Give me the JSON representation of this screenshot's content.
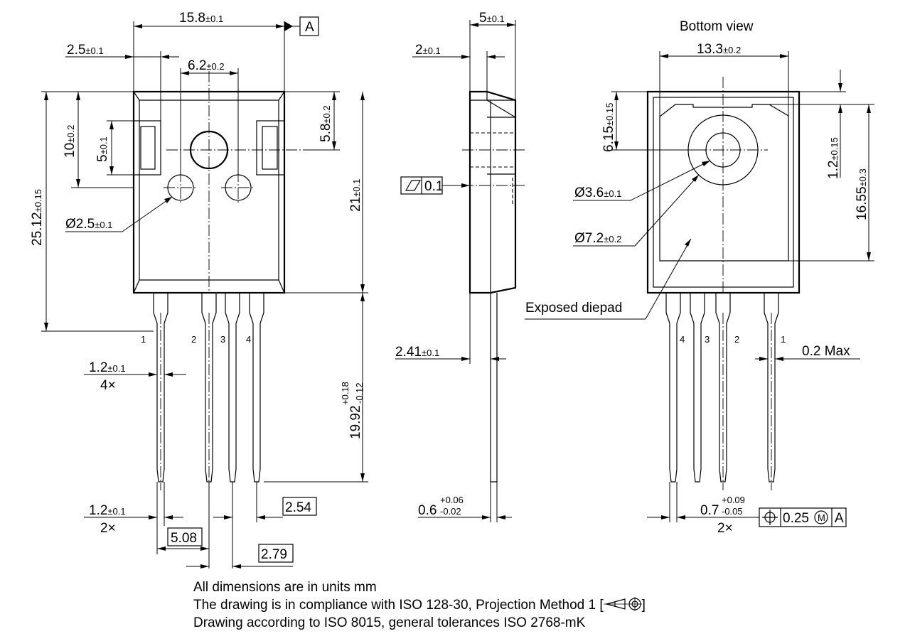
{
  "title": "Bottom view",
  "dims": {
    "w15_8": "15.8",
    "tol_01": "±0.1",
    "datum_a": "A",
    "w2_5": "2.5",
    "w6_2": "6.2",
    "tol_02": "±0.2",
    "h10": "10",
    "h5": "5",
    "h25_12": "25.12",
    "tol_015": "±0.15",
    "dia2_5": "Ø2.5",
    "h5_8": "5.8",
    "h21": "21",
    "lead1_2": "1.2",
    "count4": "4×",
    "count2": "2×",
    "len19_92": "19.92",
    "tol_p018": "+0.18",
    "tol_m012": "-0.12",
    "pitch2_54": "2.54",
    "pitch5_08": "5.08",
    "pitch2_79": "2.79",
    "side5": "5",
    "side2": "2",
    "flat_val": "0.1",
    "side2_41": "2.41",
    "t0_6": "0.6",
    "tol_p006": "+0.06",
    "tol_m002": "-0.02",
    "b13_3": "13.3",
    "b6_15": "6.15",
    "b1_2": "1.2",
    "b16_55": "16.55",
    "tol_03": "±0.3",
    "dia3_6": "Ø3.6",
    "dia7_2": "Ø7.2",
    "exposed": "Exposed diepad",
    "max02": "0.2 Max",
    "w0_7": "0.7",
    "tol_p009": "+0.09",
    "tol_m005": "-0.05",
    "pos_tol": "0.25",
    "mod_m": "M"
  },
  "pins_front": [
    "1",
    "2",
    "3",
    "4"
  ],
  "pins_bottom": [
    "4",
    "3",
    "2",
    "1"
  ],
  "notes": [
    "All dimensions are in units mm",
    "The drawing is in compliance with ISO 128-30, Projection Method 1 [",
    "]",
    "Drawing according to ISO 8015, general tolerances ISO 2768-mK"
  ]
}
